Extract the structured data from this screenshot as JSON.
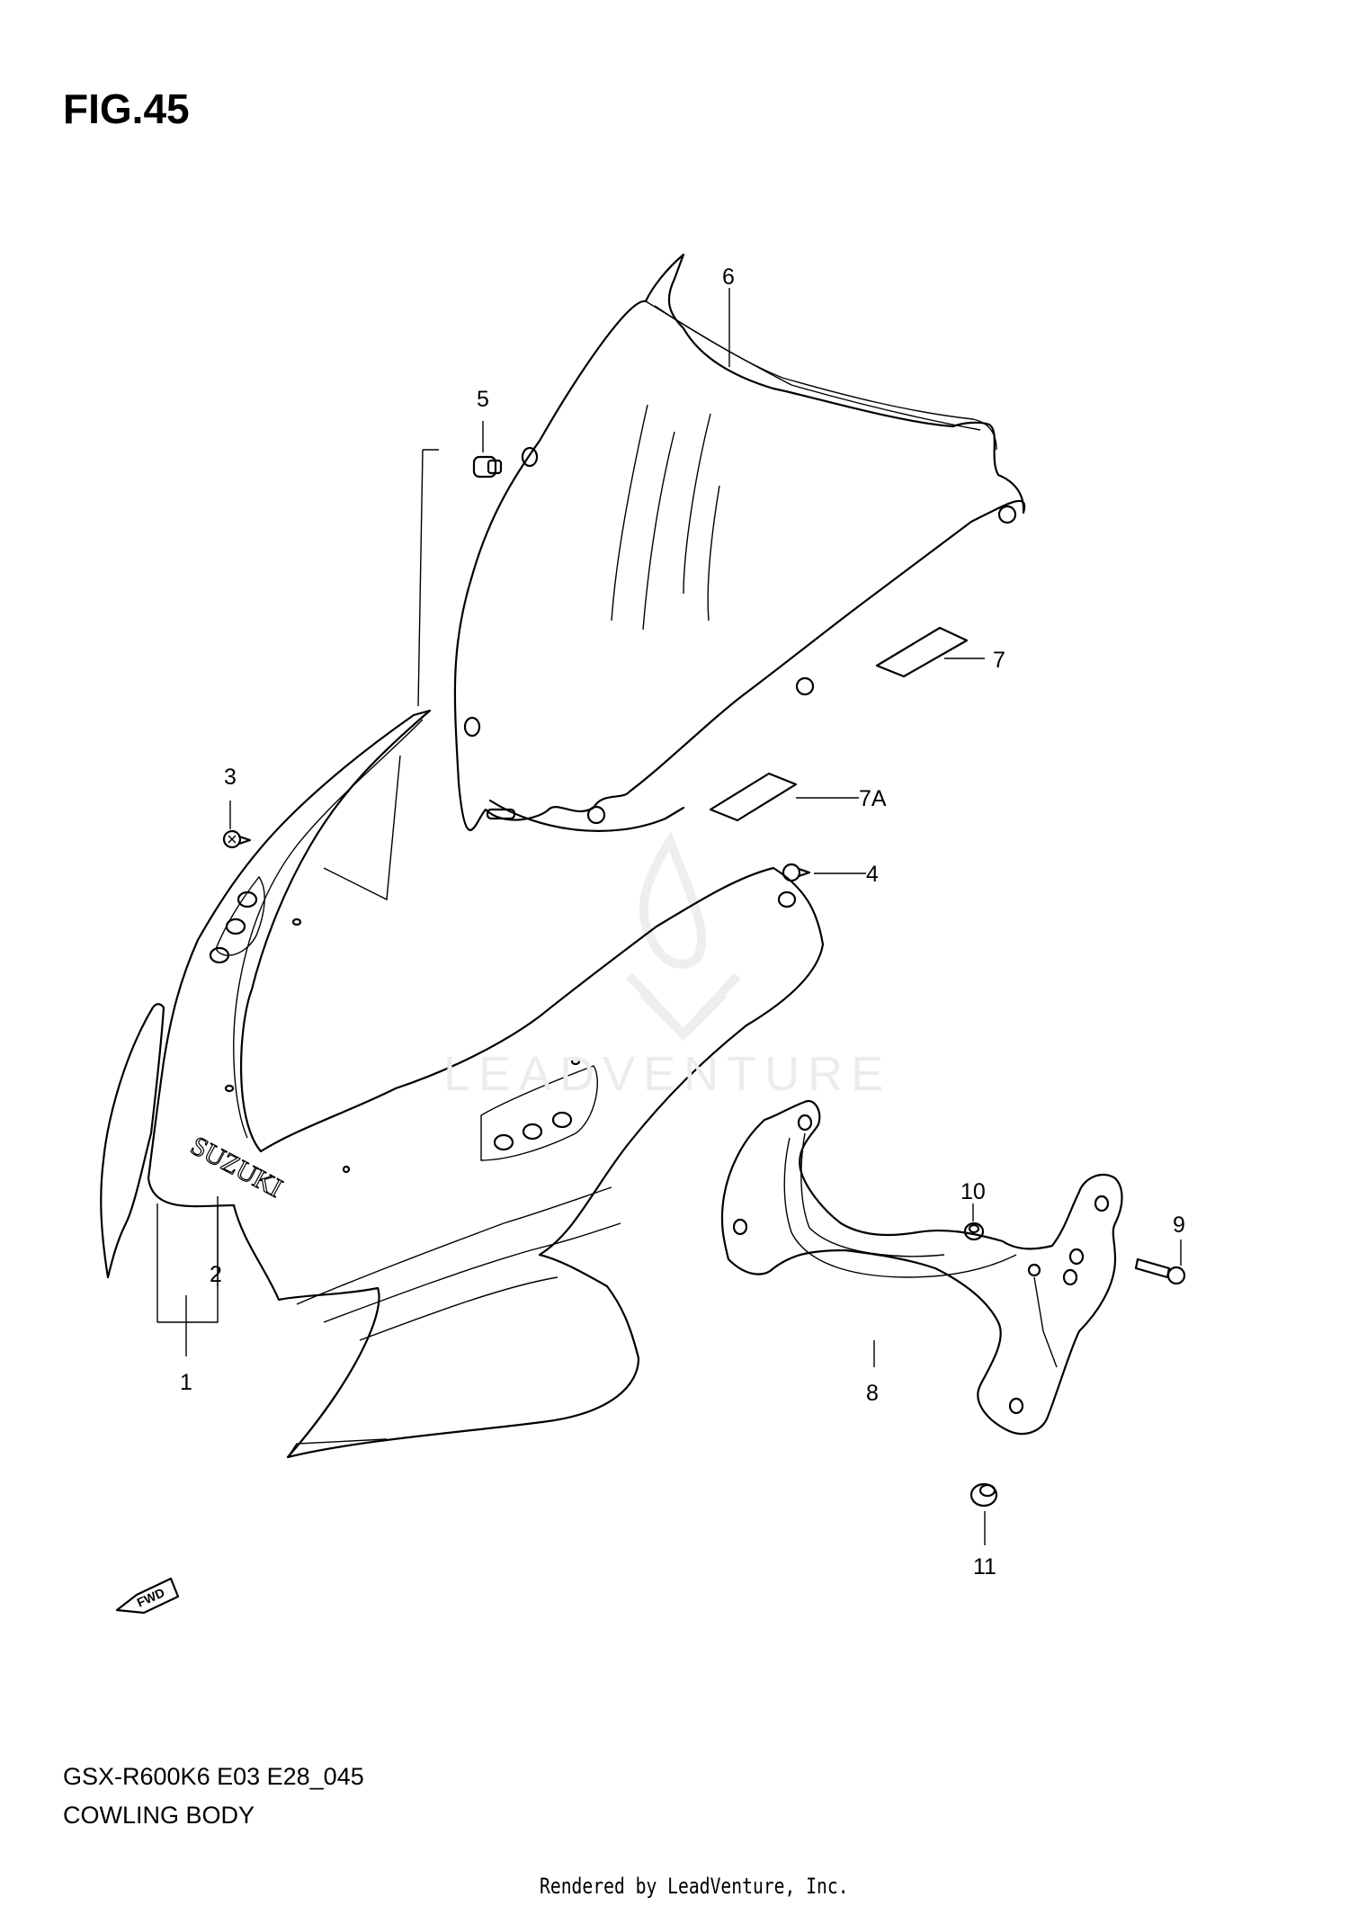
{
  "figure": {
    "title": "FIG.45",
    "model_code": "GSX-R600K6 E03 E28_045",
    "section_name": "COWLING BODY",
    "render_credit": "Rendered by LeadVenture, Inc."
  },
  "watermark": {
    "text": "LEADVENTURE"
  },
  "cowling": {
    "brand_text": "SUZUKI"
  },
  "direction_marker": {
    "text": "FWD"
  },
  "callouts": [
    {
      "id": "callout-1",
      "label": "1"
    },
    {
      "id": "callout-2",
      "label": "2"
    },
    {
      "id": "callout-3",
      "label": "3"
    },
    {
      "id": "callout-4",
      "label": "4"
    },
    {
      "id": "callout-5",
      "label": "5"
    },
    {
      "id": "callout-6",
      "label": "6"
    },
    {
      "id": "callout-7",
      "label": "7"
    },
    {
      "id": "callout-7a",
      "label": "7A"
    },
    {
      "id": "callout-8",
      "label": "8"
    },
    {
      "id": "callout-9",
      "label": "9"
    },
    {
      "id": "callout-10",
      "label": "10"
    },
    {
      "id": "callout-11",
      "label": "11"
    }
  ]
}
